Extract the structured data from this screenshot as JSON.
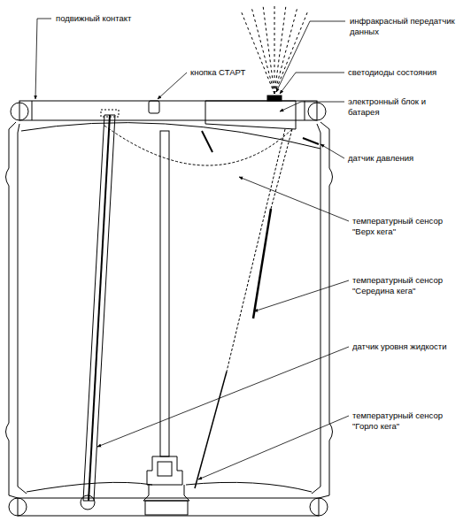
{
  "diagram": {
    "labels": [
      "подвижный контакт",
      "инфракрасный передатчик данных",
      "кнопка СТАРТ",
      "светодиоды состояния",
      "электронный блок и батарея",
      "датчик давления",
      "температурный сенсор \"Верх кега\"",
      "температурный сенсор \"Середина кега\"",
      "датчик уровня жидкости",
      "температурный сенсор \"Горло кега\""
    ]
  }
}
